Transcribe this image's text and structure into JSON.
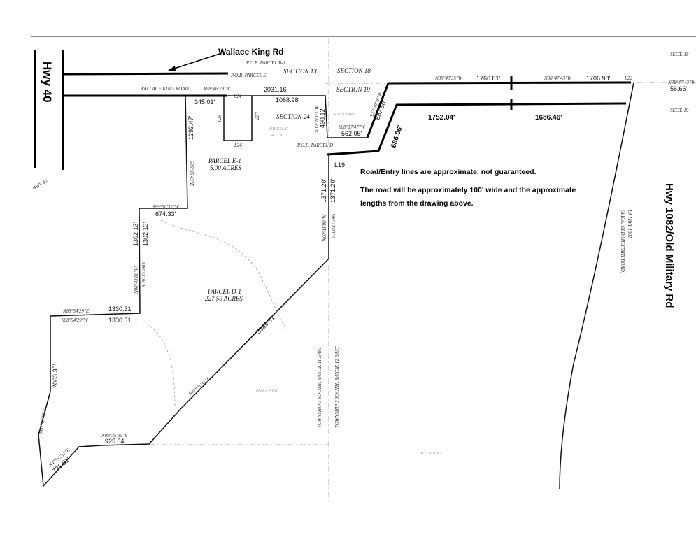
{
  "annotations": {
    "hwy40": "Hwy 40",
    "wallace_king_rd": "Wallace King Rd",
    "hwy1082": "Hwy 1082/Old Military Rd",
    "road_lengths": [
      "1752.04'",
      "1686.46'",
      "686.06'"
    ],
    "l19": "L19",
    "notes": [
      "Road/Entry lines are approximate, not guaranteed.",
      "The road will be approximately 100' wide and the approximate",
      "lengths from the drawing above."
    ]
  },
  "plat": {
    "wallace_king_road": "WALLACE KING ROAD",
    "hwy40_small": "HWY 40",
    "sections": [
      "SECTION 13",
      "SECTION 18",
      "SECTION 24",
      "SECTION 19",
      "SECT. 18",
      "SECT. 19"
    ],
    "parcel_e1": [
      "PARCEL E-1",
      "5.00 ACRES"
    ],
    "parcel_d1": [
      "PARCEL D-1",
      "227.50 ACRES"
    ],
    "parcel_c": [
      "PARCEL C",
      "4.32 AC"
    ],
    "pob_labels": [
      "P.O.B. PARCEL B-1",
      "P.O.B. PARCEL E",
      "P.O.B. PARCEL D"
    ],
    "not_a_part": [
      "NOT A PART",
      "NOT A PART",
      "NOT A PART"
    ],
    "township": [
      "TOWNSHIP 5 SOUTH, RANGE 11 EAST",
      "TOWNSHIP 5 SOUTH, RANGE 12 EAST"
    ],
    "la_hwy": [
      "LA HWY 1082",
      "(A.K.A. OLD MILITARY ROAD)"
    ],
    "lines": [
      "L24",
      "L25",
      "L26",
      "L27",
      "L22"
    ],
    "dimensions": {
      "d_345": "345.01'",
      "d_2031": "2031.16'",
      "d_1068": "1068.98'",
      "d_1292": "1292.47'",
      "b_1292": "S00°35'45\"E",
      "d_498": "498.12'",
      "b_498": "N00°21'03\"W",
      "b_687": "S27°19'26\"W",
      "d_687": "687.50'",
      "b_562": "S88°17'47\"W",
      "d_562": "562.05'",
      "b_1766": "N88°40'35\"W",
      "d_1766": "1766.81'",
      "b_1706": "N88°47'43\"W",
      "d_1706": "1706.98'",
      "b_56": "N88°47'43\"W",
      "d_56": "56.66'",
      "b_674": "S89°30'32\"W",
      "d_674": "674.33'",
      "d_1302a": "1302.13'",
      "d_1302b": "1302.13'",
      "b_1302a": "N00°43'06\"W",
      "b_1302b": "S00°43'06\"E",
      "b_1330a": "N88°54'29\"E",
      "b_1330b": "S88°54'29\"W",
      "d_1330a": "1330.31'",
      "d_1330b": "1330.31'",
      "d_1371a": "1371.20'",
      "d_1371b": "1371.20'",
      "b_1371a": "N00°11'00\"W",
      "b_1371b": "S00°11'00\"E",
      "d_3389": "3389.31'",
      "b_3389": "N47°31'31\"E",
      "d_2063": "2063.36'",
      "b_2063": "S00°45'40\"E",
      "b_925": "N89°35'35\"E",
      "d_925": "925.54'",
      "b_721": "N47°55'11\"E",
      "d_721": "721.51'"
    }
  }
}
